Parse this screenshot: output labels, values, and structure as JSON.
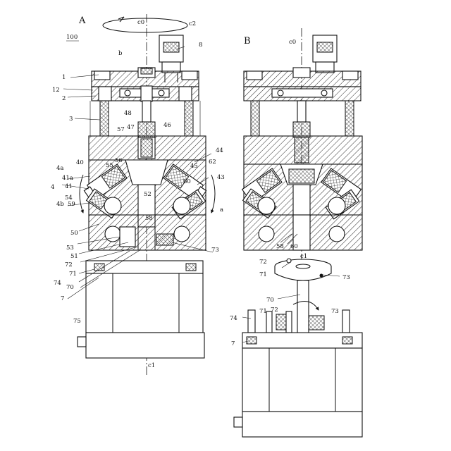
{
  "figure": {
    "panels": [
      {
        "id": "A",
        "title": "A"
      },
      {
        "id": "B",
        "title": "B"
      }
    ],
    "panel_a": {
      "labels": {
        "n100": "100",
        "c0": "c0",
        "c2": "c2",
        "b": "b",
        "n8": "8",
        "n1": "1",
        "n12": "12",
        "n2": "2",
        "n3": "3",
        "n48": "48",
        "n47": "47",
        "n46": "46",
        "n57": "57",
        "n44": "44",
        "n4a": "4a",
        "n40": "40",
        "n55": "55",
        "n56": "56",
        "n62": "62",
        "n45": "45",
        "n43": "43",
        "n4": "4",
        "n41a": "41a",
        "n41": "41",
        "n60": "60",
        "n52": "52",
        "n54": "54",
        "n4b": "4b",
        "n59": "59",
        "a": "a",
        "n58": "58",
        "n50": "50",
        "n53": "53",
        "n51": "51",
        "n73": "73",
        "n72": "72",
        "n71": "71",
        "n74": "74",
        "n70": "70",
        "n7": "7",
        "n75": "75",
        "c1": "c1"
      }
    },
    "panel_b": {
      "labels": {
        "c0": "c0",
        "n58": "58",
        "n60": "60",
        "c1": "c1",
        "n72": "72",
        "n71": "71",
        "n73": "73",
        "n70": "70",
        "n71b": "71",
        "n72b": "72",
        "n73b": "73",
        "n74": "74",
        "n7": "7"
      }
    }
  }
}
